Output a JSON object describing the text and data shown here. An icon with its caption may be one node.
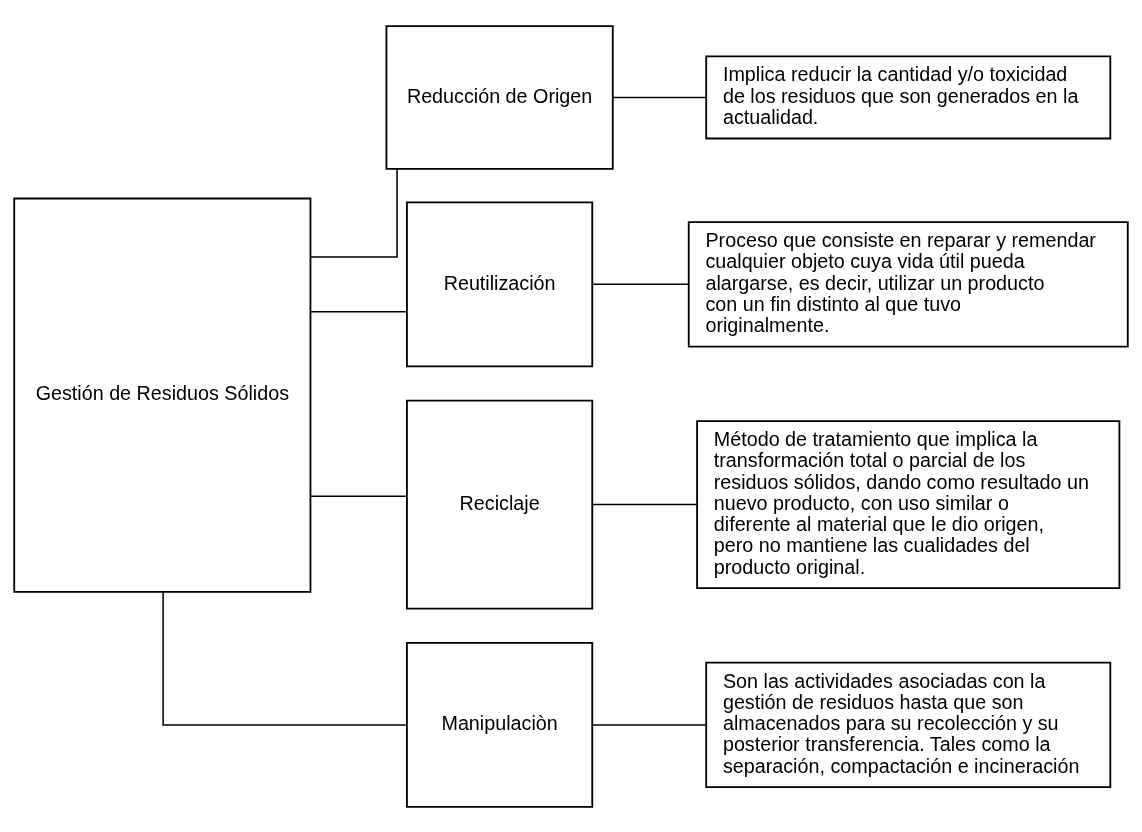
{
  "diagram": {
    "nodes": [
      {
        "text": [
          "Gestión de Residuos Sólidos"
        ]
      },
      {
        "text": [
          "Reducción de Origen"
        ]
      },
      {
        "text": [
          "Implica reducir la cantidad y/o toxicidad de los residuos que son generados en la actualidad."
        ]
      },
      {
        "text": [
          "Reutilización"
        ]
      },
      {
        "text": [
          "Proceso que consiste en reparar y remendar cualquier objeto cuya vida útil pueda alargarse, es decir, utilizar un producto con un fin distinto al que tuvo originalmente."
        ]
      },
      {
        "text": [
          "Reciclaje"
        ]
      },
      {
        "text": [
          "Método de tratamiento que implica la transformación total o parcial de los residuos sólidos, dando como resultado un nuevo producto, con uso similar o diferente al material que le dio origen, pero no mantiene las cualidades del producto original."
        ]
      },
      {
        "text": [
          "Manipulaciòn"
        ]
      },
      {
        "text": [
          "Son las actividades asociadas con la gestión de residuos hasta que son almacenados para su recolección y su posterior transferencia. Tales como la separación, compactación e incineración"
        ]
      }
    ],
    "edges": [
      {
        "from": 0,
        "to": 1,
        "arrow": "none"
      },
      {
        "from": 0,
        "to": 3,
        "arrow": "none"
      },
      {
        "from": 0,
        "to": 5,
        "arrow": "none"
      },
      {
        "from": 0,
        "to": 7,
        "arrow": "none"
      },
      {
        "from": 1,
        "to": 2,
        "arrow": "none"
      },
      {
        "from": 3,
        "to": 4,
        "arrow": "none"
      },
      {
        "from": 5,
        "to": 6,
        "arrow": "none"
      },
      {
        "from": 7,
        "to": 8,
        "arrow": "none"
      }
    ]
  }
}
